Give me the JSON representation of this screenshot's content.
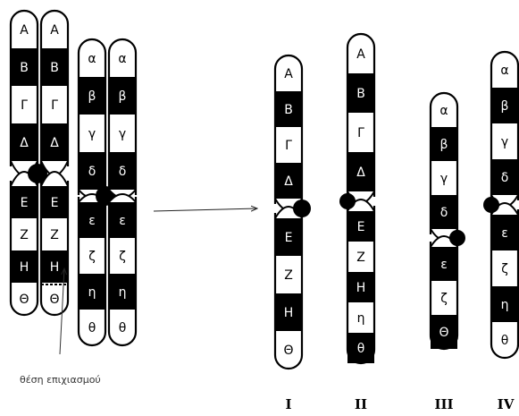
{
  "caption": "θέση επιχιασμού",
  "pairs": [
    {
      "chromatids": [
        {
          "upper": [
            "Α",
            "Β",
            "Γ",
            "Δ"
          ],
          "lower": [
            "Ε",
            "Ζ",
            "Η",
            "Θ"
          ]
        },
        {
          "upper": [
            "Α",
            "Β",
            "Γ",
            "Δ"
          ],
          "lower": [
            "Ε",
            "Ζ",
            "Η",
            "Θ"
          ]
        }
      ]
    },
    {
      "chromatids": [
        {
          "upper": [
            "α",
            "β",
            "γ",
            "δ"
          ],
          "lower": [
            "ε",
            "ζ",
            "η",
            "θ"
          ]
        },
        {
          "upper": [
            "α",
            "β",
            "γ",
            "δ"
          ],
          "lower": [
            "ε",
            "ζ",
            "η",
            "θ"
          ]
        }
      ]
    }
  ],
  "results": [
    {
      "label": "I",
      "upper": [
        "Α",
        "Β",
        "Γ",
        "Δ"
      ],
      "lower": [
        "Ε",
        "Ζ",
        "Η",
        "Θ"
      ]
    },
    {
      "label": "II",
      "upper": [
        "Α",
        "Β",
        "Γ",
        "Δ"
      ],
      "lower": [
        "Ε",
        "Ζ",
        "Η",
        "η",
        "θ"
      ]
    },
    {
      "label": "III",
      "upper": [
        "α",
        "β",
        "γ",
        "δ"
      ],
      "lower": [
        "ε",
        "ζ",
        "Θ"
      ]
    },
    {
      "label": "IV",
      "upper": [
        "α",
        "β",
        "γ",
        "δ"
      ],
      "lower": [
        "ε",
        "ζ",
        "η",
        "θ"
      ]
    }
  ]
}
